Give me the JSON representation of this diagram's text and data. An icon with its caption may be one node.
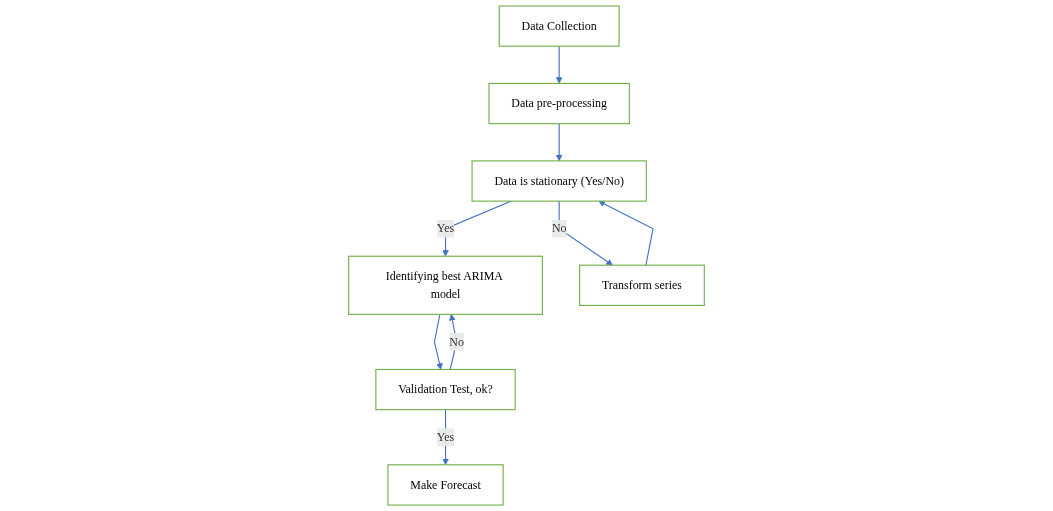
{
  "diagram": {
    "nodes": [
      {
        "text": [
          "Data Collection"
        ]
      },
      {
        "text": [
          "Data pre-processing"
        ]
      },
      {
        "text": [
          "Data is stationary (Yes/No)"
        ]
      },
      {
        "text": [
          "Identifying best ARIMA model"
        ]
      },
      {
        "text": [
          "Transform series"
        ]
      },
      {
        "text": [
          "Validation Test, ok?"
        ]
      },
      {
        "text": [
          "Make Forecast"
        ]
      }
    ],
    "edges": [
      {
        "from": 0,
        "to": 1,
        "arrow": "to"
      },
      {
        "from": 1,
        "to": 2,
        "arrow": "to"
      },
      {
        "from": 2,
        "to": 3,
        "label": "Yes",
        "arrow": "to"
      },
      {
        "from": 2,
        "to": 4,
        "label": "No",
        "arrow": "to"
      },
      {
        "from": 4,
        "to": 2,
        "arrow": "to"
      },
      {
        "from": 3,
        "to": 5,
        "arrow": "to"
      },
      {
        "from": 5,
        "to": 6,
        "label": "Yes",
        "arrow": "to"
      },
      {
        "from": 5,
        "to": 3,
        "label": "No",
        "arrow": "to"
      }
    ]
  }
}
